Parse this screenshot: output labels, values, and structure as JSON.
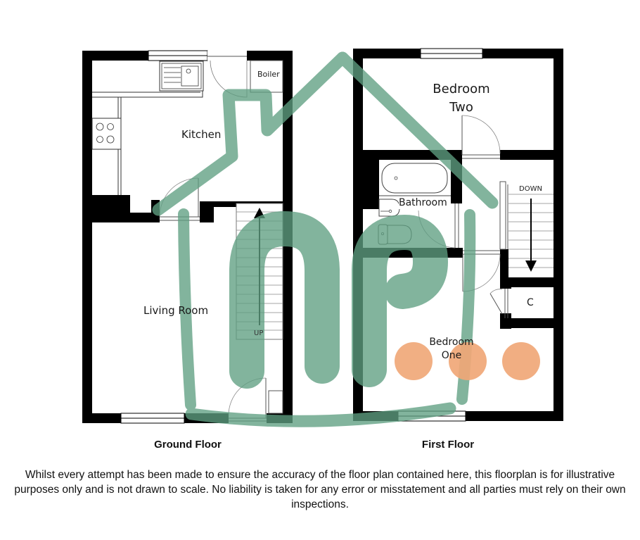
{
  "ground_floor": {
    "title": "Ground Floor",
    "rooms": {
      "kitchen": "Kitchen",
      "boiler": "Boiler",
      "living_room": "Living Room"
    },
    "stairs_label": "UP"
  },
  "first_floor": {
    "title": "First Floor",
    "rooms": {
      "bedroom_two_line1": "Bedroom",
      "bedroom_two_line2": "Two",
      "bathroom": "Bathroom",
      "bedroom_one_line1": "Bedroom",
      "bedroom_one_line2": "One",
      "cupboard": "C"
    },
    "stairs_label": "DOWN"
  },
  "disclaimer": "Whilst every attempt has been made to ensure the accuracy of the floor plan contained here, this floorplan is for illustrative purposes only and is not drawn to scale. No liability is taken for any error or misstatement and all parties must rely on their own inspections.",
  "colors": {
    "wall": "#000000",
    "watermark_green": "#5f9f82",
    "watermark_orange": "#f0a878"
  }
}
